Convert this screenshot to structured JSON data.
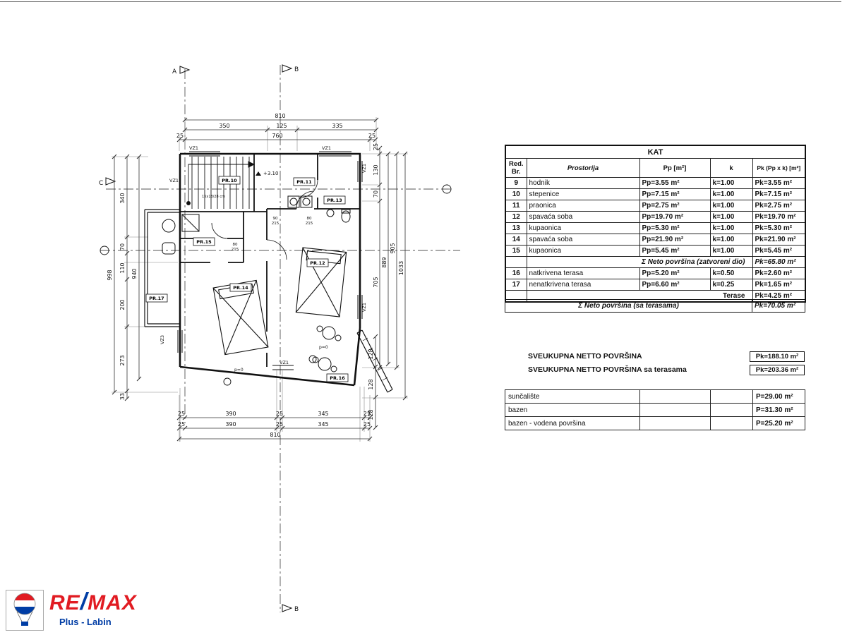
{
  "plan": {
    "markers": {
      "a": "A",
      "b": "B",
      "c": "C"
    },
    "vz1": "VZ1",
    "vz3": "VZ3",
    "level": "+3.10",
    "stair_note": "16x18/28 cm",
    "doors": {
      "w90": "90",
      "w80": "80",
      "h215": "215"
    },
    "p0": "p=0",
    "dims": {
      "d25": "25",
      "d128": "128",
      "top_total": "810",
      "top_350": "350",
      "top_125": "125",
      "top_335": "335",
      "top_760": "760",
      "left_998": "998",
      "left_340": "340",
      "left_70": "70",
      "left_110": "110",
      "left_940": "940",
      "left_200": "200",
      "left_273": "273",
      "left_33": "33",
      "right_130": "130",
      "right_70": "70",
      "right_705": "705",
      "right_889": "889",
      "right_905": "905",
      "right_1033": "1033",
      "bot_390": "390",
      "bot_345": "345",
      "bot_total": "810"
    },
    "rooms": [
      "PR.10",
      "PR.11",
      "PR.13",
      "PR.15",
      "PR.12",
      "PR.14",
      "PR.17",
      "PR.16"
    ]
  },
  "area_table": {
    "title": "KAT",
    "header": {
      "col1a": "Red.",
      "col1b": "Br.",
      "col2": "Prostorija",
      "col3": "Pp [m²]",
      "col4": "k",
      "col5": "Pk (Pp x k) [m²]"
    },
    "rows": [
      {
        "br": "9",
        "name": "hodnik",
        "pp": "Pp=3.55 m²",
        "k": "k=1.00",
        "pk": "Pk=3.55 m²"
      },
      {
        "br": "10",
        "name": "stepenice",
        "pp": "Pp=7.15 m²",
        "k": "k=1.00",
        "pk": "Pk=7.15 m²"
      },
      {
        "br": "11",
        "name": "praonica",
        "pp": "Pp=2.75 m²",
        "k": "k=1.00",
        "pk": "Pk=2.75 m²"
      },
      {
        "br": "12",
        "name": "spavaća soba",
        "pp": "Pp=19.70 m²",
        "k": "k=1.00",
        "pk": "Pk=19.70 m²"
      },
      {
        "br": "13",
        "name": "kupaonica",
        "pp": "Pp=5.30 m²",
        "k": "k=1.00",
        "pk": "Pk=5.30 m²"
      },
      {
        "br": "14",
        "name": "spavaća soba",
        "pp": "Pp=21.90 m²",
        "k": "k=1.00",
        "pk": "Pk=21.90 m²"
      },
      {
        "br": "15",
        "name": "kupaonica",
        "pp": "Pp=5.45 m²",
        "k": "k=1.00",
        "pk": "Pk=5.45 m²"
      }
    ],
    "subtotal_closed": {
      "label": "Σ Neto površina (zatvoreni dio)",
      "pk": "Pk=65.80 m²"
    },
    "rows2": [
      {
        "br": "16",
        "name": "natkrivena terasa",
        "pp": "Pp=5.20 m²",
        "k": "k=0.50",
        "pk": "Pk=2.60 m²"
      },
      {
        "br": "17",
        "name": "nenatkrivena terasa",
        "pp": "Pp=6.60 m²",
        "k": "k=0.25",
        "pk": "Pk=1.65 m²"
      }
    ],
    "terase": {
      "label": "Terase",
      "pk": "Pk=4.25 m²"
    },
    "total": {
      "label": "Σ Neto površina (sa terasama)",
      "pk": "Pk=70.05 m²"
    }
  },
  "summary": {
    "line1": {
      "label": "SVEUKUPNA NETTO POVRŠINA",
      "value": "Pk=188.10 m²"
    },
    "line2": {
      "label": "SVEUKUPNA NETTO POVRŠINA sa terasama",
      "value": "Pk=203.36 m²"
    }
  },
  "pool_table": {
    "rows": [
      {
        "name": "sunčalište",
        "value": "P=29.00 m²"
      },
      {
        "name": "bazen",
        "value": "P=31.30 m²"
      },
      {
        "name": "bazen - vodena površina",
        "value": "P=25.20 m²"
      }
    ]
  },
  "logo": {
    "re": "RE",
    "slash": "/",
    "max": "MAX",
    "sub": "Plus - Labin"
  },
  "colors": {
    "remax_red": "#e11b22",
    "remax_blue": "#003da5"
  }
}
